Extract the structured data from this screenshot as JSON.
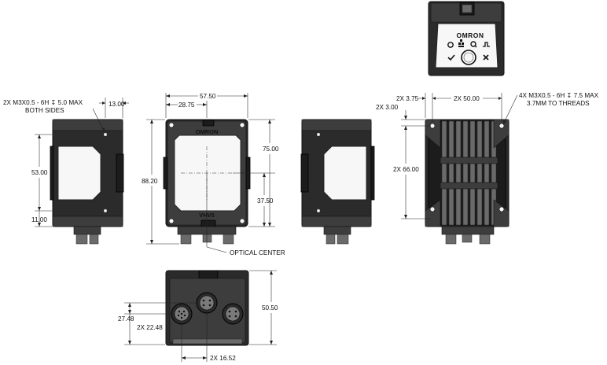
{
  "brand": "OMRON",
  "model_mark": "VHV5",
  "top_view": {
    "status_icons": [
      "power-icon",
      "network-icon",
      "search-icon",
      "trigger-icon"
    ],
    "result_icons": [
      "pass-check-icon",
      "fail-x-icon"
    ]
  },
  "dimensions": {
    "side_left": {
      "thread_note_line1": "2X M3X0.5 - 6H ↧ 5.0 MAX",
      "thread_note_line2": "BOTH SIDES",
      "d_13": "13.00",
      "d_53": "53.00",
      "d_11": "11.00"
    },
    "front": {
      "d_57_50": "57.50",
      "d_28_75": "28.75",
      "d_88_20": "88.20",
      "d_75": "75.00",
      "d_37_50": "37.50",
      "optical_center": "OPTICAL CENTER"
    },
    "back": {
      "d_3_75": "2X 3.75",
      "d_3_00": "2X 3.00",
      "d_50": "2X 50.00",
      "d_66": "2X 66.00",
      "thread_note_line1": "4X M3X0.5 - 6H ↧ 7.5 MAX",
      "thread_note_line2": "3.7MM TO THREADS"
    },
    "bottom": {
      "d_27_48": "27.48",
      "d_22_48": "2X 22.48",
      "d_50_50": "50.50",
      "d_16_52": "2X 16.52"
    }
  }
}
